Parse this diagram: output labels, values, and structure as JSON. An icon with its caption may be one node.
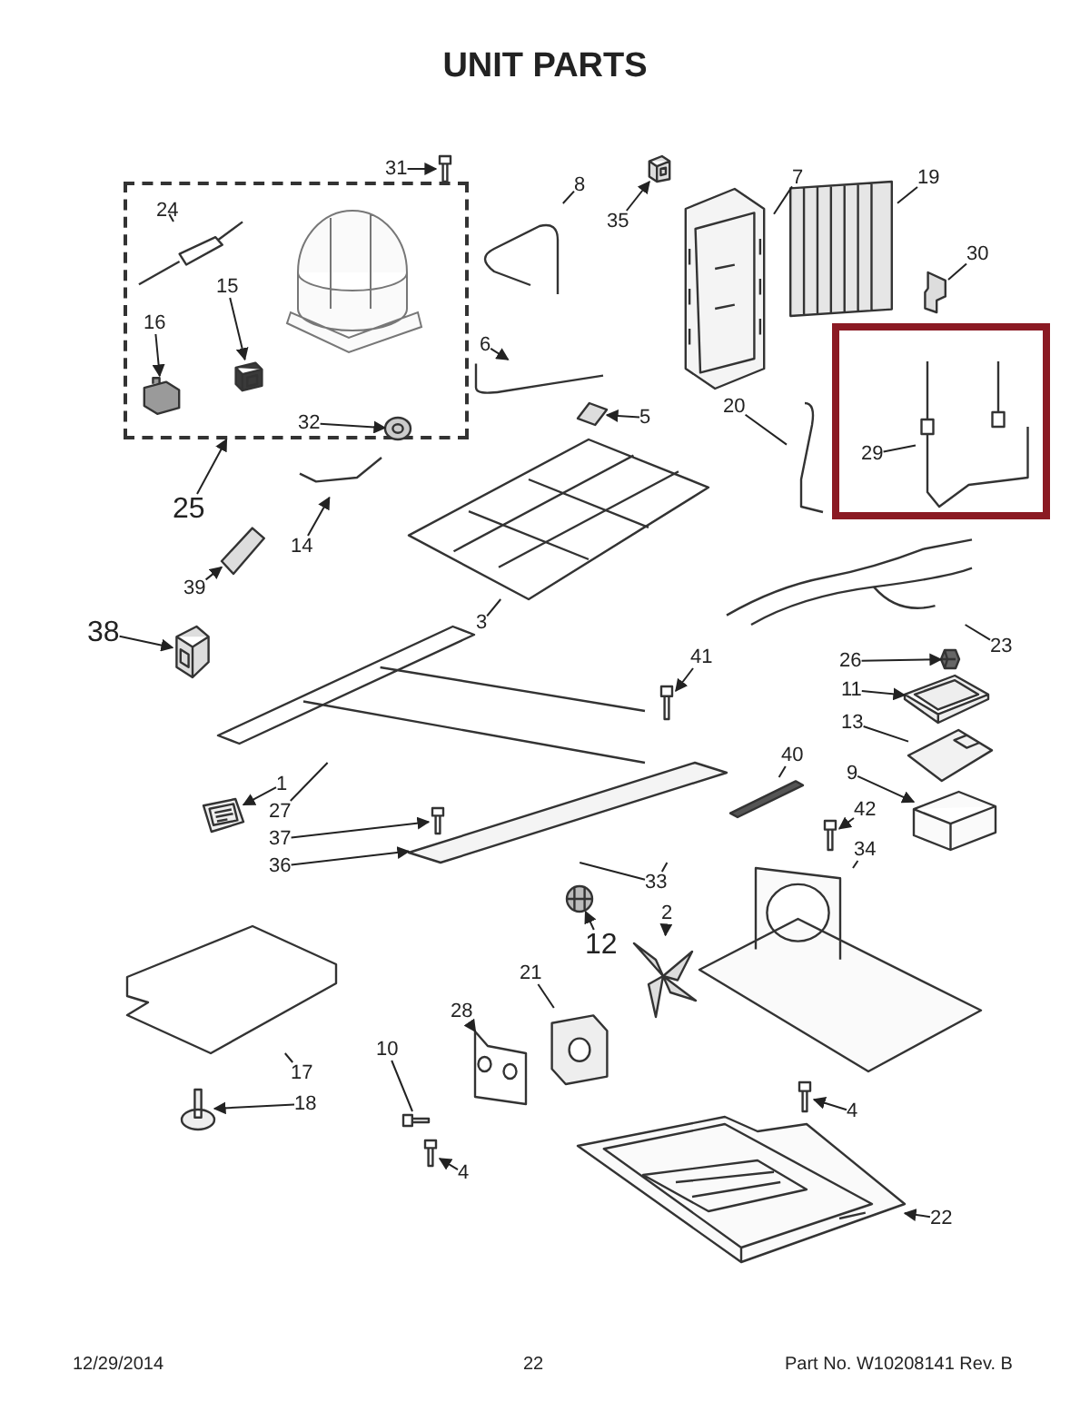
{
  "diagram": {
    "title": "UNIT PARTS",
    "nodes": [
      {
        "text": [],
        "shape": "box"
      },
      {
        "text": [
          "24"
        ],
        "in": 0
      },
      {
        "text": [],
        "shape": "picture",
        "in": 0
      },
      {
        "text": [
          "15"
        ],
        "in": 0
      },
      {
        "text": [],
        "shape": "picture",
        "in": 0
      },
      {
        "text": [
          "16"
        ],
        "in": 0
      },
      {
        "text": [],
        "shape": "picture",
        "in": 0
      },
      {
        "text": [
          "31"
        ]
      },
      {
        "text": [],
        "shape": "picture"
      },
      {
        "text": [
          "8"
        ]
      },
      {
        "text": [],
        "shape": "picture"
      },
      {
        "text": [
          "35"
        ]
      },
      {
        "text": [],
        "shape": "picture"
      },
      {
        "text": [
          "7"
        ]
      },
      {
        "text": [],
        "shape": "picture"
      },
      {
        "text": [
          "19"
        ]
      },
      {
        "text": [],
        "shape": "picture"
      },
      {
        "text": [
          "30"
        ]
      },
      {
        "text": [],
        "shape": "picture"
      },
      {
        "text": [
          "6"
        ]
      },
      {
        "text": [],
        "shape": "picture"
      },
      {
        "text": [
          "32"
        ],
        "in": 0
      },
      {
        "text": [],
        "shape": "picture",
        "in": 0
      },
      {
        "text": [
          "5"
        ]
      },
      {
        "text": [],
        "shape": "picture"
      },
      {
        "text": [
          "20"
        ]
      },
      {
        "text": [],
        "shape": "picture"
      },
      {
        "text": [],
        "shape": "box"
      },
      {
        "text": [
          "29"
        ],
        "in": 27
      },
      {
        "text": [],
        "shape": "picture",
        "in": 27
      },
      {
        "text": [
          "25"
        ]
      },
      {
        "text": [
          "14"
        ]
      },
      {
        "text": [],
        "shape": "picture"
      },
      {
        "text": [
          "39"
        ]
      },
      {
        "text": [],
        "shape": "picture"
      },
      {
        "text": [
          "3"
        ]
      },
      {
        "text": [],
        "shape": "picture"
      },
      {
        "text": [
          "23"
        ]
      },
      {
        "text": [],
        "shape": "picture"
      },
      {
        "text": [
          "38"
        ]
      },
      {
        "text": [],
        "shape": "picture"
      },
      {
        "text": [
          "26"
        ]
      },
      {
        "text": [],
        "shape": "picture"
      },
      {
        "text": [
          "11"
        ]
      },
      {
        "text": [],
        "shape": "picture"
      },
      {
        "text": [
          "13"
        ]
      },
      {
        "text": [],
        "shape": "picture"
      },
      {
        "text": [
          "41"
        ]
      },
      {
        "text": [],
        "shape": "picture"
      },
      {
        "text": [
          "9"
        ]
      },
      {
        "text": [],
        "shape": "picture"
      },
      {
        "text": [],
        "shape": "picture"
      },
      {
        "text": [
          "1"
        ]
      },
      {
        "text": [],
        "shape": "picture"
      },
      {
        "text": [
          "27"
        ]
      },
      {
        "text": [
          "37"
        ]
      },
      {
        "text": [],
        "shape": "picture"
      },
      {
        "text": [
          "36"
        ]
      },
      {
        "text": [],
        "shape": "picture"
      },
      {
        "text": [
          "40"
        ]
      },
      {
        "text": [],
        "shape": "picture"
      },
      {
        "text": [
          "33"
        ]
      },
      {
        "text": [
          "42"
        ]
      },
      {
        "text": [],
        "shape": "picture"
      },
      {
        "text": [
          "34"
        ]
      },
      {
        "text": [],
        "shape": "picture"
      },
      {
        "text": [
          "12"
        ]
      },
      {
        "text": [],
        "shape": "picture"
      },
      {
        "text": [
          "2"
        ]
      },
      {
        "text": [],
        "shape": "picture"
      },
      {
        "text": [
          "21"
        ]
      },
      {
        "text": [],
        "shape": "picture"
      },
      {
        "text": [
          "28"
        ]
      },
      {
        "text": [],
        "shape": "picture"
      },
      {
        "text": [
          "10"
        ]
      },
      {
        "text": [],
        "shape": "picture"
      },
      {
        "text": [
          "4"
        ]
      },
      {
        "text": [],
        "shape": "picture"
      },
      {
        "text": [
          "4"
        ]
      },
      {
        "text": [],
        "shape": "picture"
      },
      {
        "text": [],
        "shape": "picture"
      },
      {
        "text": [
          "17"
        ]
      },
      {
        "text": [
          "18"
        ]
      },
      {
        "text": [],
        "shape": "picture"
      },
      {
        "text": [
          "22"
        ]
      },
      {
        "text": [],
        "shape": "picture"
      }
    ],
    "edges": [
      {
        "from": 1,
        "to": 2,
        "arrow": "none"
      },
      {
        "from": 3,
        "to": 4,
        "arrow": "to"
      },
      {
        "from": 5,
        "to": 6,
        "arrow": "to"
      },
      {
        "from": 7,
        "to": 8,
        "arrow": "to"
      },
      {
        "from": 9,
        "to": 10,
        "arrow": "none"
      },
      {
        "from": 11,
        "to": 12,
        "arrow": "to"
      },
      {
        "from": 13,
        "to": 14,
        "arrow": "none"
      },
      {
        "from": 15,
        "to": 16,
        "arrow": "none"
      },
      {
        "from": 17,
        "to": 18,
        "arrow": "none"
      },
      {
        "from": 19,
        "to": 20,
        "arrow": "to"
      },
      {
        "from": 21,
        "to": 22,
        "arrow": "to"
      },
      {
        "from": 23,
        "to": 24,
        "arrow": "to"
      },
      {
        "from": 25,
        "to": 26,
        "arrow": "none"
      },
      {
        "from": 28,
        "to": 29,
        "arrow": "none"
      },
      {
        "from": 30,
        "to": 0,
        "arrow": "to"
      },
      {
        "from": 31,
        "to": 32,
        "arrow": "to"
      },
      {
        "from": 33,
        "to": 34,
        "arrow": "to"
      },
      {
        "from": 35,
        "to": 36,
        "arrow": "none"
      },
      {
        "from": 37,
        "to": 38,
        "arrow": "none"
      },
      {
        "from": 39,
        "to": 40,
        "arrow": "to"
      },
      {
        "from": 41,
        "to": 42,
        "arrow": "to"
      },
      {
        "from": 43,
        "to": 44,
        "arrow": "to"
      },
      {
        "from": 45,
        "to": 46,
        "arrow": "none"
      },
      {
        "from": 47,
        "to": 48,
        "arrow": "to"
      },
      {
        "from": 49,
        "to": 50,
        "arrow": "to"
      },
      {
        "from": 52,
        "to": 53,
        "arrow": "to"
      },
      {
        "from": 54,
        "to": 51,
        "arrow": "none"
      },
      {
        "from": 55,
        "to": 56,
        "arrow": "to"
      },
      {
        "from": 57,
        "to": 58,
        "arrow": "to"
      },
      {
        "from": 59,
        "to": 60,
        "arrow": "none"
      },
      {
        "from": 61,
        "to": 58,
        "arrow": "none"
      },
      {
        "from": 61,
        "to": 58,
        "arrow": "none"
      },
      {
        "from": 62,
        "to": 63,
        "arrow": "to"
      },
      {
        "from": 64,
        "to": 65,
        "arrow": "none"
      },
      {
        "from": 66,
        "to": 67,
        "arrow": "to"
      },
      {
        "from": 68,
        "to": 69,
        "arrow": "to"
      },
      {
        "from": 70,
        "to": 71,
        "arrow": "none"
      },
      {
        "from": 72,
        "to": 73,
        "arrow": "to"
      },
      {
        "from": 74,
        "to": 75,
        "arrow": "none"
      },
      {
        "from": 76,
        "to": 77,
        "arrow": "to"
      },
      {
        "from": 78,
        "to": 79,
        "arrow": "to"
      },
      {
        "from": 81,
        "to": 80,
        "arrow": "none"
      },
      {
        "from": 82,
        "to": 83,
        "arrow": "to"
      },
      {
        "from": 84,
        "to": 85,
        "arrow": "to"
      }
    ],
    "labels": [
      "12/29/2014",
      "22",
      "Part No. W10208141 Rev. B"
    ]
  }
}
